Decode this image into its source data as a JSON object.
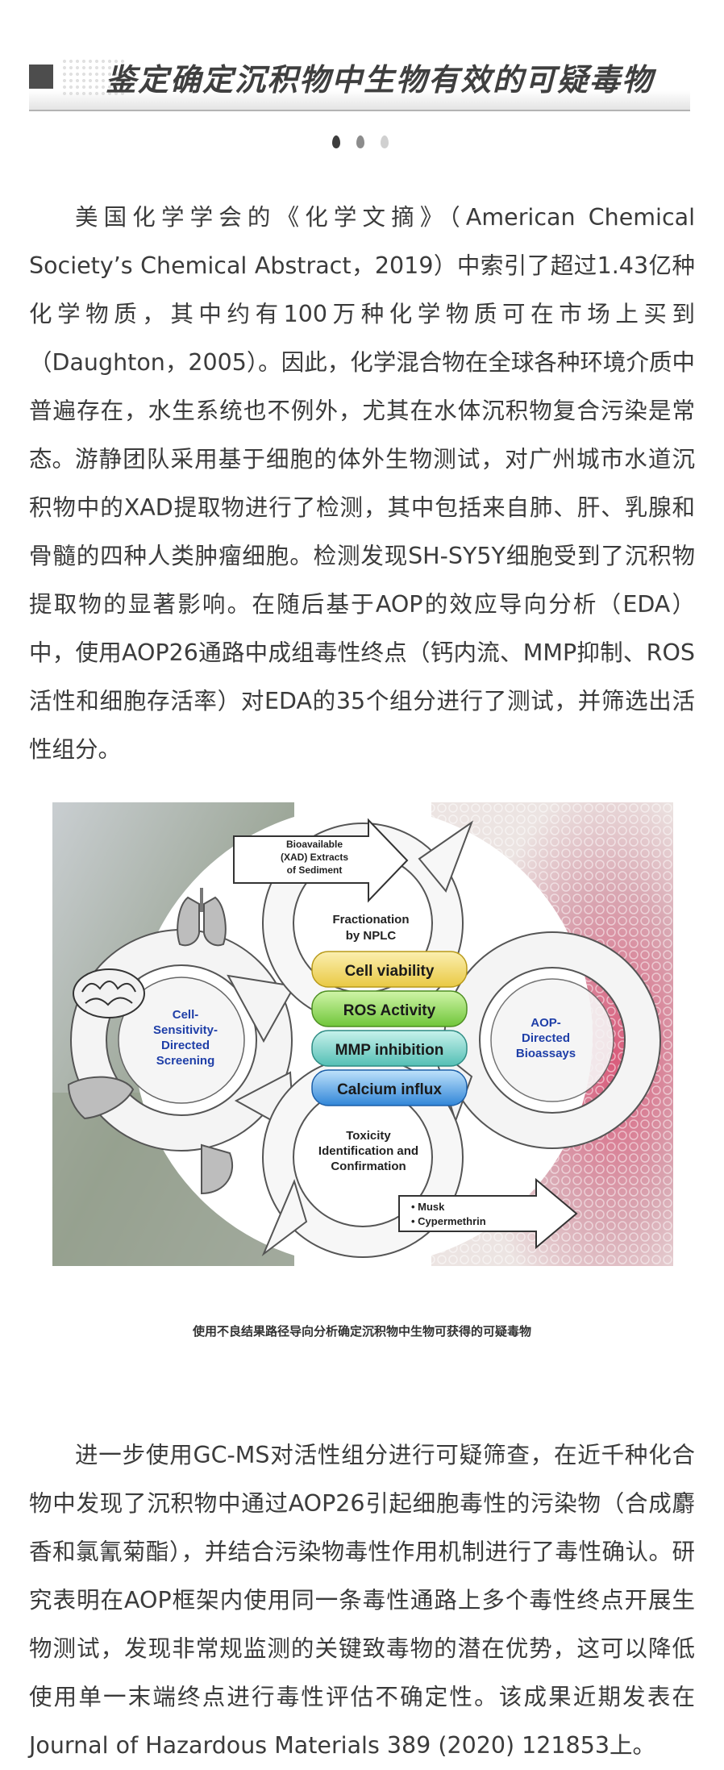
{
  "header": {
    "title": "鉴定确定沉积物中生物有效的可疑毒物"
  },
  "decor": {
    "drop_colors": [
      "#3d3d3d",
      "#8c8c8c",
      "#d0d0d0"
    ]
  },
  "paragraphs": [
    "美国化学学会的《化学文摘》（American Chemical Society’s Chemical Abstract，2019）中索引了超过1.43亿种化学物质，其中约有100万种化学物质可在市场上买到（Daughton，2005）。因此，化学混合物在全球各种环境介质中普遍存在，水生系统也不例外，尤其在水体沉积物复合污染是常态。",
    "游静团队采用基于细胞的体外生物测试，对广州城市水道沉积物中的XAD提取物进行了检测，其中包括来自肺、肝、乳腺和骨髓的四种人类肿瘤细胞。检测发现SH-SY5Y细胞受到了沉积物提取物的显著影响。在随后基于AOP的效应导向分析（EDA）中，使用AOP26通路中成组毒性终点（钙内流、MMP抑制、ROS活性和细胞存活率）对EDA的35个组分进行了测试，并筛选出活性组分。",
    "进一步使用GC-MS对活性组分进行可疑筛查，在近千种化合物中发现了沉积物中通过AOP26引起细胞毒性的污染物（合成麝香和氯氰菊酯），并结合污染物毒性作用机制进行了毒性确认。研究表明在AOP框架内使用同一条毒性通路上多个毒性终点开展生物测试，发现非常规监测的关键致毒物的潜在优势，这可以降低使用单一末端终点进行毒性评估不确定性。该成果近期发表在Journal of Hazardous Materials 389 (2020) 121853上。"
  ],
  "figure": {
    "bioavailable": [
      "Bioavailable",
      "(XAD) Extracts",
      "of Sediment"
    ],
    "fractionation": [
      "Fractionation",
      "by NPLC"
    ],
    "endpoints": [
      "Cell viability",
      "ROS Activity",
      "MMP inhibition",
      "Calcium influx"
    ],
    "cell_screening": [
      "Cell-",
      "Sensitivity-",
      "Directed",
      "Screening"
    ],
    "aop_bioassays": [
      "AOP-",
      "Directed",
      "Bioassays"
    ],
    "toxicity": [
      "Toxicity",
      "Identification and",
      "Confirmation"
    ],
    "results": [
      "• Musk",
      "• Cypermethrin"
    ],
    "colors": {
      "cell_viability": "#f3d86a",
      "ros": "#9be05a",
      "mmp": "#7fdbd0",
      "calcium": "#5aa6ec",
      "label_blue": "#1f3fa8"
    }
  },
  "caption": "使用不良结果路径导向分析确定沉积物中生物可获得的可疑毒物"
}
